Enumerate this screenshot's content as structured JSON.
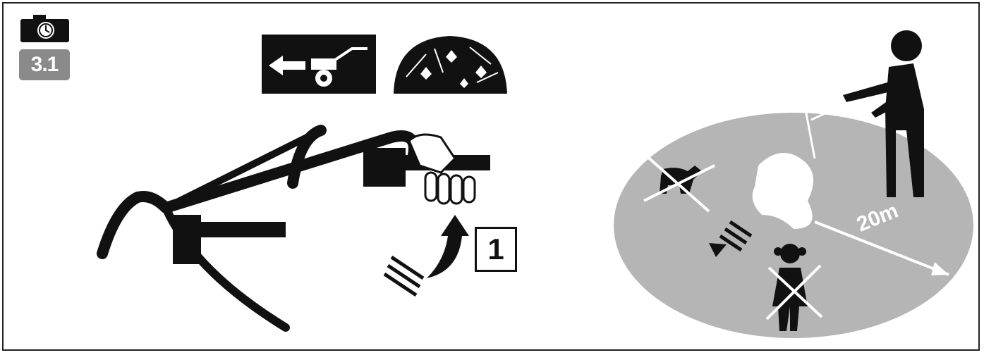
{
  "badge": {
    "step": "3.1"
  },
  "callout": {
    "number": "1"
  },
  "scene": {
    "distance_label": "20m"
  },
  "icons": [
    "camera-timer-icon",
    "reverse-direction-icon",
    "rotating-blades-icon",
    "dog-prohibited-icon",
    "child-prohibited-icon",
    "operator-figure"
  ]
}
